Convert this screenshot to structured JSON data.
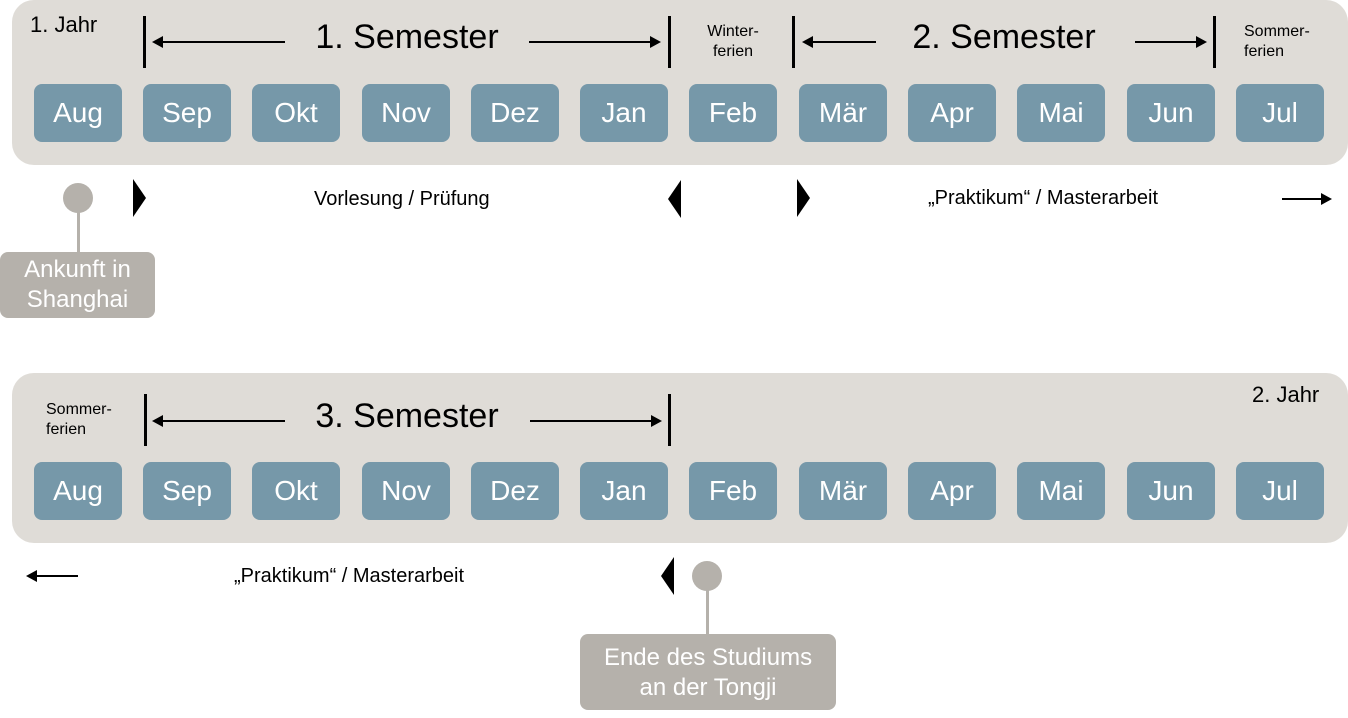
{
  "year1": {
    "year_label": "1. Jahr",
    "semester1_title": "1. Semester",
    "winter_break": [
      "Winter-",
      "ferien"
    ],
    "semester2_title": "2. Semester",
    "summer_break": [
      "Sommer-",
      "ferien"
    ],
    "months": [
      "Aug",
      "Sep",
      "Okt",
      "Nov",
      "Dez",
      "Jan",
      "Feb",
      "Mär",
      "Apr",
      "Mai",
      "Jun",
      "Jul"
    ],
    "phase_lectures": "Vorlesung / Prüfung",
    "phase_internship": "„Praktikum“ / Masterarbeit",
    "milestone": [
      "Ankunft in",
      "Shanghai"
    ]
  },
  "year2": {
    "year_label": "2. Jahr",
    "summer_break": [
      "Sommer-",
      "ferien"
    ],
    "semester3_title": "3. Semester",
    "months": [
      "Aug",
      "Sep",
      "Okt",
      "Nov",
      "Dez",
      "Jan",
      "Feb",
      "Mär",
      "Apr",
      "Mai",
      "Jun",
      "Jul"
    ],
    "phase_internship": "„Praktikum“ / Masterarbeit",
    "milestone": [
      "Ende des Studiums",
      "an der Tongji"
    ]
  },
  "colors": {
    "panel": "#dfdcd7",
    "month_box": "#7698a9",
    "milestone": "#b5b1ab"
  }
}
